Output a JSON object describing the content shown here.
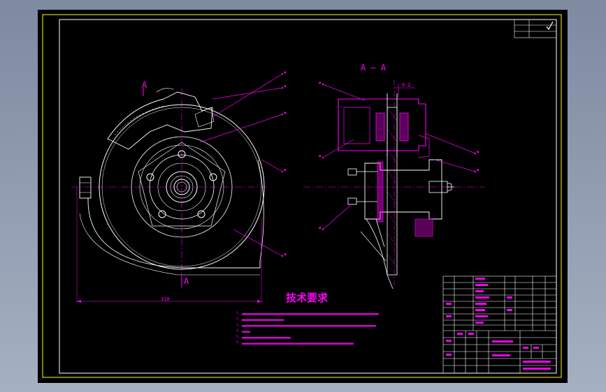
{
  "views": {
    "section_a_mark_left": "A",
    "section_a_mark_bottom": "A",
    "section_title": "A — A",
    "dim_310": "310",
    "dim_03": "0.2"
  },
  "tech_requirements": {
    "title": "技术要求",
    "notes": [
      "1.",
      "2.",
      "3.",
      "4.",
      "5.",
      "6."
    ]
  },
  "colors": {
    "paper": "#000000",
    "primary_line": "#ffffff",
    "annotation": "#ff00ff",
    "frame": "#ffff00",
    "background": "#8e9baf"
  }
}
